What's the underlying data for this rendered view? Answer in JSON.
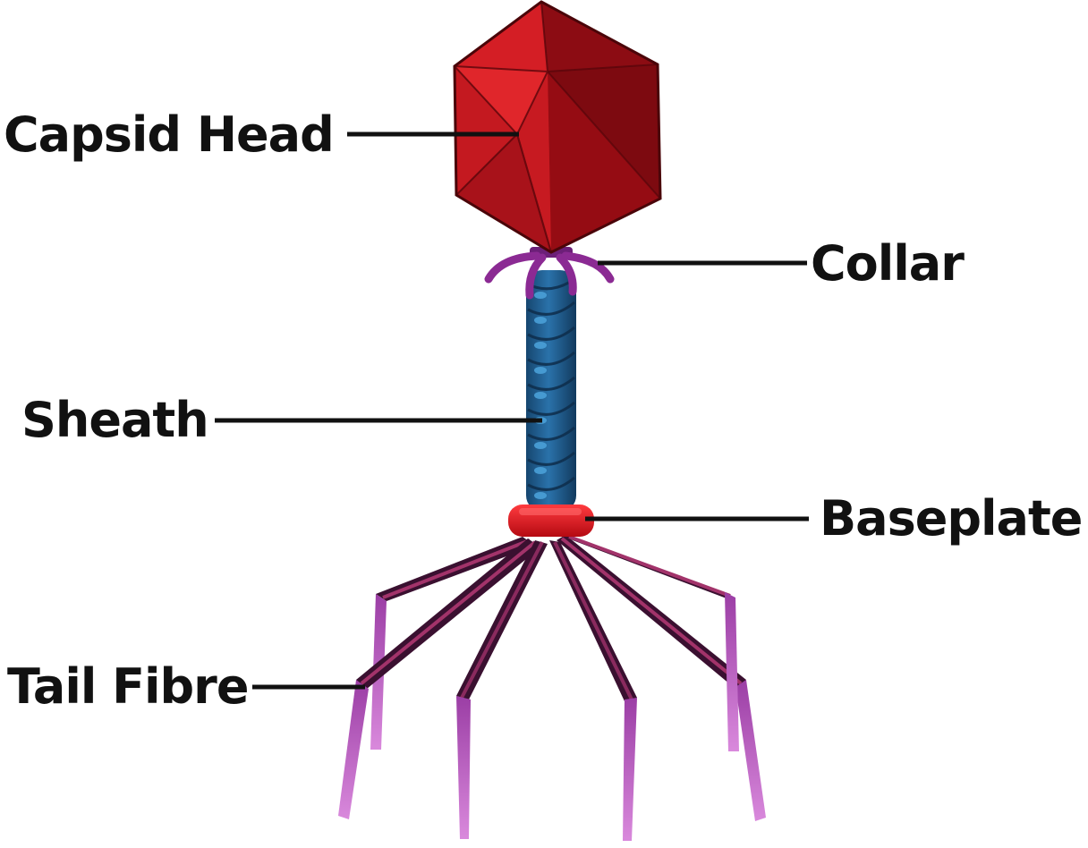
{
  "labels": {
    "capsid_head": "Capsid Head",
    "collar": "Collar",
    "sheath": "Sheath",
    "baseplate": "Baseplate",
    "tail_fibre": "Tail Fibre"
  },
  "colors": {
    "capsid_light": "#e0262b",
    "capsid_mid": "#b3141c",
    "capsid_dark": "#7d0a10",
    "collar": "#8b2a93",
    "sheath": "#1e5a8c",
    "sheath_highlight": "#3d8fc6",
    "baseplate": "#e0111c",
    "fibre_dark": "#3a1030",
    "fibre_mid": "#9c2b63",
    "fibre_tip": "#c266c8",
    "leader_line": "#111111"
  }
}
